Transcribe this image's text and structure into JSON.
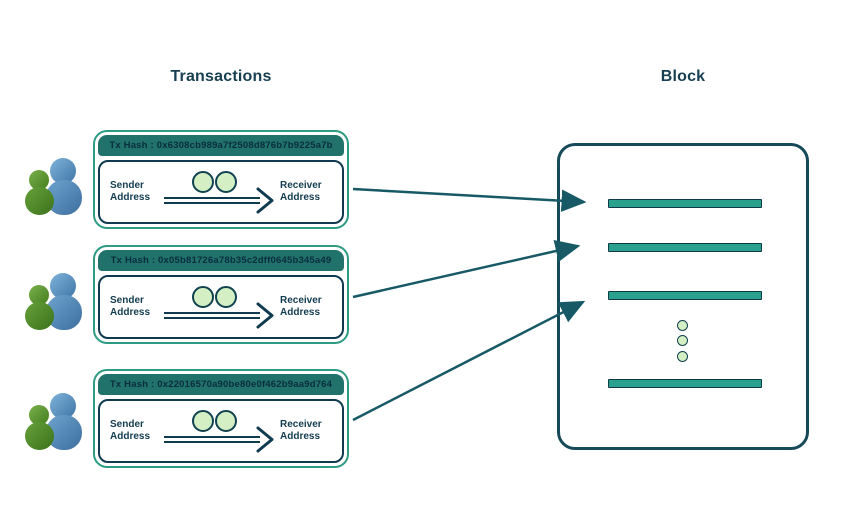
{
  "titles": {
    "transactions": "Transactions",
    "block": "Block"
  },
  "transactions": [
    {
      "tx_hash": "Tx Hash : 0x6308cb989a7f2508d876b7b9225a7b",
      "sender_label": "Sender Address",
      "receiver_label": "Receiver Address"
    },
    {
      "tx_hash": "Tx Hash : 0x05b81726a78b35c2dff0645b345a49",
      "sender_label": "Sender Address",
      "receiver_label": "Receiver Address"
    },
    {
      "tx_hash": "Tx Hash : 0x22016570a90be80e0f462b9aa9d764",
      "sender_label": "Sender Address",
      "receiver_label": "Receiver Address"
    }
  ],
  "block": {
    "transaction_slots": 4,
    "ellipsis_dots": 3
  },
  "colors": {
    "card_border_green": "#2d9c82",
    "hash_band_teal": "#20726b",
    "dark_navy": "#0f3a50",
    "block_border": "#164a58",
    "slot_teal": "#2aa18c",
    "arrow_teal": "#175a66",
    "light_green_fill": "#d4efc4",
    "title_text": "#173f52",
    "person_green": "#55932f",
    "person_blue": "#5e93c4"
  }
}
